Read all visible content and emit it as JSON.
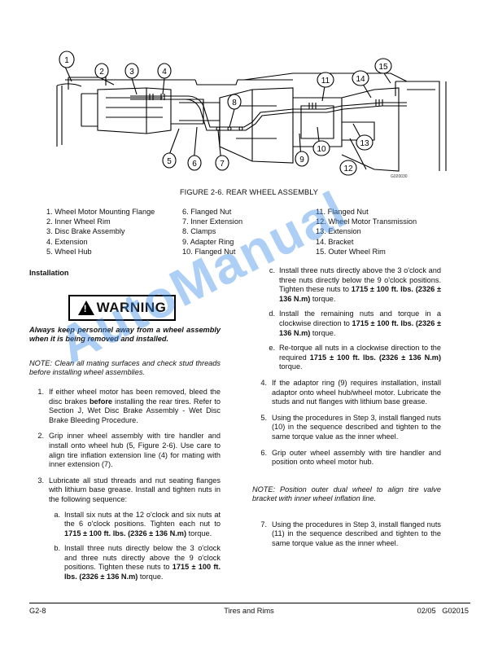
{
  "figure": {
    "code": "G020030",
    "caption": "FIGURE 2-6.  REAR WHEEL ASSEMBLY",
    "callouts": [
      "1",
      "2",
      "3",
      "4",
      "5",
      "6",
      "7",
      "8",
      "9",
      "10",
      "11",
      "12",
      "13",
      "14",
      "15"
    ]
  },
  "legend": {
    "col1": [
      "1. Wheel Motor Mounting Flange",
      "2. Inner Wheel Rim",
      "3. Disc Brake Assembly",
      "4. Extension",
      "5. Wheel Hub"
    ],
    "col2": [
      "6. Flanged Nut",
      "7. Inner Extension",
      "8. Clamps",
      "9. Adapter Ring",
      "10. Flanged Nut"
    ],
    "col3": [
      "11. Flanged Nut",
      "12. Wheel Motor Transmission",
      "13. Extension",
      "14. Bracket",
      "15. Outer Wheel Rim"
    ]
  },
  "installation": {
    "heading": "Installation",
    "warning_label": "WARNING",
    "warning_text": "Always keep personnel away from a wheel assembly when it is being removed and installed.",
    "note1": "NOTE: Clean all mating surfaces and check stud threads before installing wheel assemblies.",
    "step1_num": "1.",
    "step1_a": "If either wheel motor has been removed, bleed the disc brakes ",
    "step1_b": "before",
    "step1_c": " installing the rear tires. Refer to Section J, Wet Disc Brake Assembly - Wet Disc Brake Bleeding Procedure.",
    "step2_num": "2.",
    "step2": "Grip inner wheel assembly with tire handler and install onto wheel hub (5, Figure 2-6). Use care to align tire inflation extension line (4) for mating with inner extension (7).",
    "step3_num": "3.",
    "step3": "Lubricate all stud threads and nut seating flanges with lithium base grease. Install and tighten nuts in the following sequence:",
    "step3a_num": "a.",
    "step3a": "Install six nuts at the 12 o'clock and six nuts at the 6 o'clock positions. Tighten each nut to ",
    "step3a_torque": "1715 ± 100 ft. lbs. (2326 ± 136 N.m)",
    "step3a_end": " torque.",
    "step3b_num": "b.",
    "step3b": "Install three nuts directly below the 3 o'clock and three nuts directly above the 9 o'clock positions. Tighten these nuts to ",
    "step3b_torque": "1715 ± 100 ft. lbs. (2326 ± 136 N.m)",
    "step3b_end": " torque.",
    "step3c_num": "c.",
    "step3c": "Install three nuts directly above the 3 o'clock and three nuts directly below the 9 o'clock positions. Tighten these nuts to ",
    "step3c_torque": "1715 ± 100 ft. lbs. (2326 ± 136 N.m)",
    "step3c_end": " torque.",
    "step3d_num": "d.",
    "step3d": "Install the remaining nuts and torque in a clockwise direction to ",
    "step3d_torque": "1715 ± 100 ft. lbs. (2326 ± 136 N.m)",
    "step3d_end": " torque.",
    "step3e_num": "e.",
    "step3e": "Re-torque all nuts in a clockwise direction to the required ",
    "step3e_torque": "1715 ± 100 ft. lbs. (2326 ± 136 N.m)",
    "step3e_end": " torque.",
    "step4_num": "4.",
    "step4": "If the adaptor ring (9) requires installation, install adaptor onto wheel hub/wheel motor. Lubricate the studs and nut flanges with lithium base grease.",
    "step5_num": "5.",
    "step5": "Using the procedures in Step 3, install flanged nuts (10) in the sequence described and tighten to the same torque value as the inner wheel.",
    "step6_num": "6.",
    "step6": "Grip outer wheel assembly with tire handler and position onto wheel motor hub.",
    "note2": "NOTE: Position outer dual wheel to align tire valve bracket with inner wheel inflation line.",
    "step7_num": "7.",
    "step7": "Using the procedures in Step 3, install flanged nuts (11) in the sequence described and tighten to the same torque value as the inner wheel."
  },
  "watermark": "AutoManual",
  "footer": {
    "left": "G2-8",
    "center": "Tires and Rims",
    "right": "02/05   G02015"
  }
}
